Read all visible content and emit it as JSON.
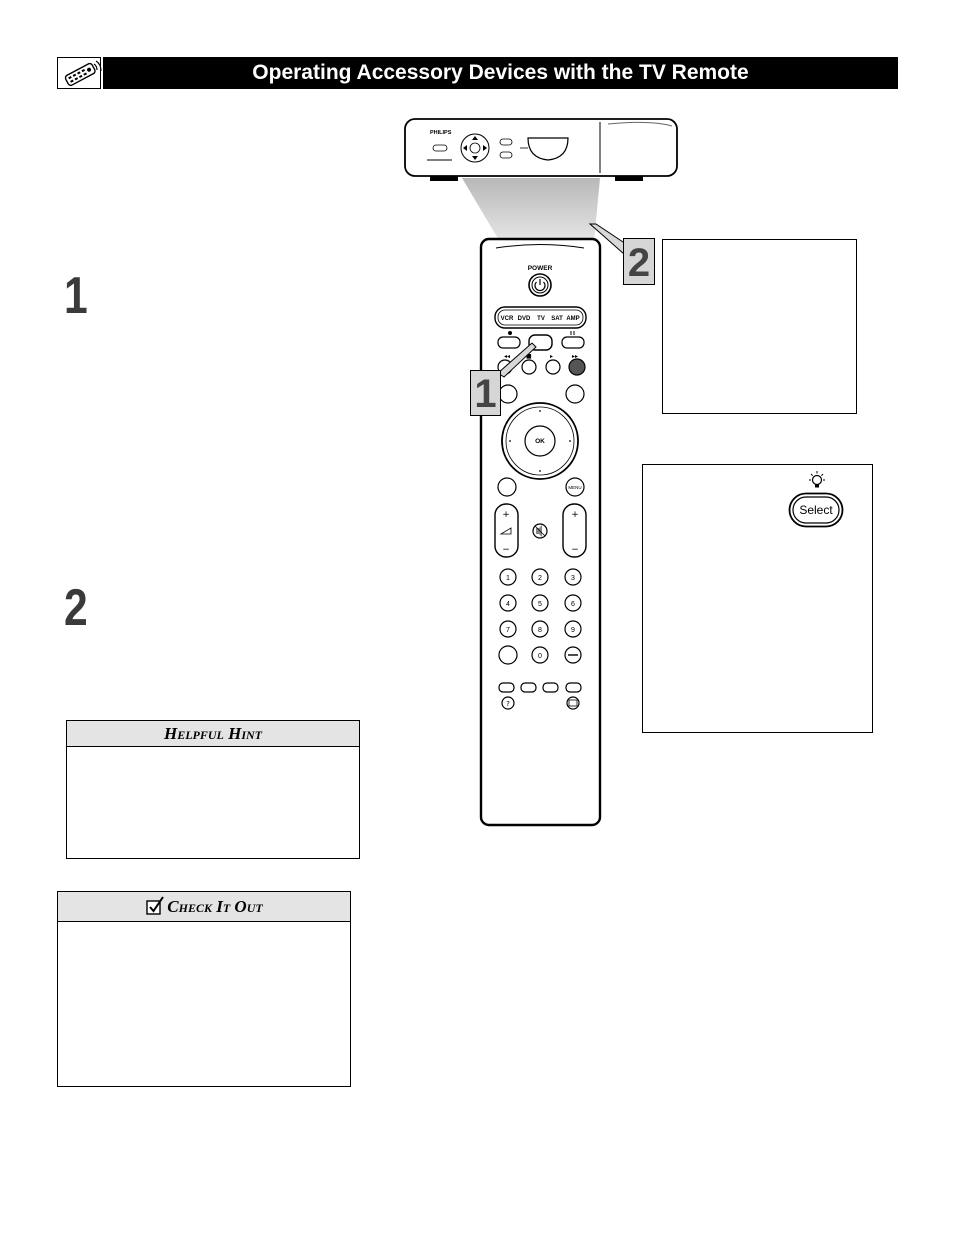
{
  "header": {
    "title": "Operating Accessory Devices with the TV Remote",
    "icon": "remote-control-icon"
  },
  "steps": [
    {
      "number": "1"
    },
    {
      "number": "2"
    }
  ],
  "callouts": [
    {
      "number": "2"
    },
    {
      "number": "1"
    }
  ],
  "remote": {
    "power_label": "POWER",
    "source_labels": [
      "VCR",
      "DVD",
      "TV",
      "SAT",
      "AMP"
    ],
    "ok_label": "OK",
    "menu_label": "MENU",
    "digits": [
      "1",
      "2",
      "3",
      "4",
      "5",
      "6",
      "7",
      "8",
      "9",
      "0"
    ]
  },
  "device": {
    "brand": "PHILIPS"
  },
  "select_key": {
    "label": "Select",
    "icon": "lightbulb-icon"
  },
  "helpful_hint": {
    "title": "Helpful Hint"
  },
  "check_it_out": {
    "title": "Check It Out",
    "icon": "checkmark-box-icon"
  },
  "colors": {
    "header_bg": "#000000",
    "header_text": "#ffffff",
    "box_header_bg": "#e4e4e4"
  }
}
